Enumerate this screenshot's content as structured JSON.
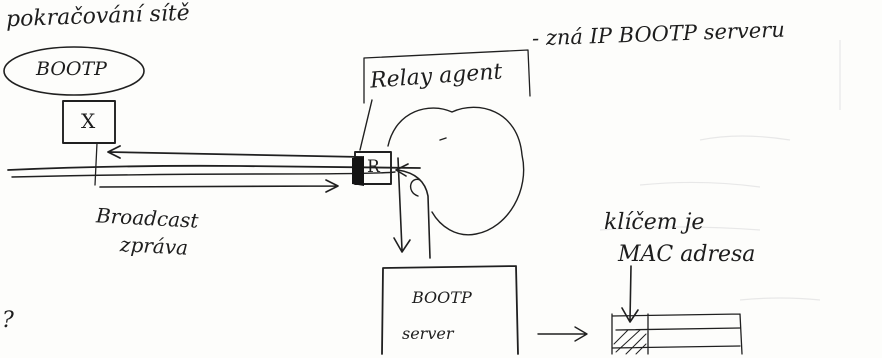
{
  "labels": {
    "title": "pokračování sítě",
    "bootp_client": "BOOTP",
    "client_box": "X",
    "relay_agent": "Relay agent",
    "relay_note": "- zná IP BOOTP serveru",
    "relay_box": "R",
    "broadcast_line1": "Broadcast",
    "broadcast_line2": "zpráva",
    "server_line1": "BOOTP",
    "server_line2": "server",
    "key_line1": "klíčem je",
    "key_line2": "MAC adresa",
    "margin_mark": "?"
  },
  "colors": {
    "ink": "#202020",
    "paper": "#fdfdfb",
    "bleed": "#e8e8e8"
  }
}
